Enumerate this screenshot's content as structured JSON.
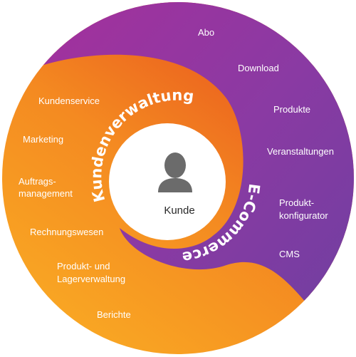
{
  "center": {
    "label": "Kunde",
    "icon": "person-icon"
  },
  "segments": {
    "kundenverwaltung": {
      "title": "Kundenverwaltung",
      "items": [
        "Kundenservice",
        "Marketing",
        "Auftrags-",
        "management",
        "Rechnungswesen",
        "Produkt- und",
        "Lagerverwaltung",
        "Berichte"
      ]
    },
    "ecommerce": {
      "title": "E-Commerce",
      "items": [
        "Abo",
        "Download",
        "Produkte",
        "Veranstaltungen",
        "Produkt-",
        "konfigurator",
        "CMS"
      ]
    }
  },
  "colors": {
    "orange_light": "#f6a623",
    "orange_dark": "#ec5a1e",
    "purple_light": "#9b3aa6",
    "purple_dark": "#6b3d9f",
    "center_fill": "#ffffff",
    "icon_fill": "#6b6b6b"
  }
}
